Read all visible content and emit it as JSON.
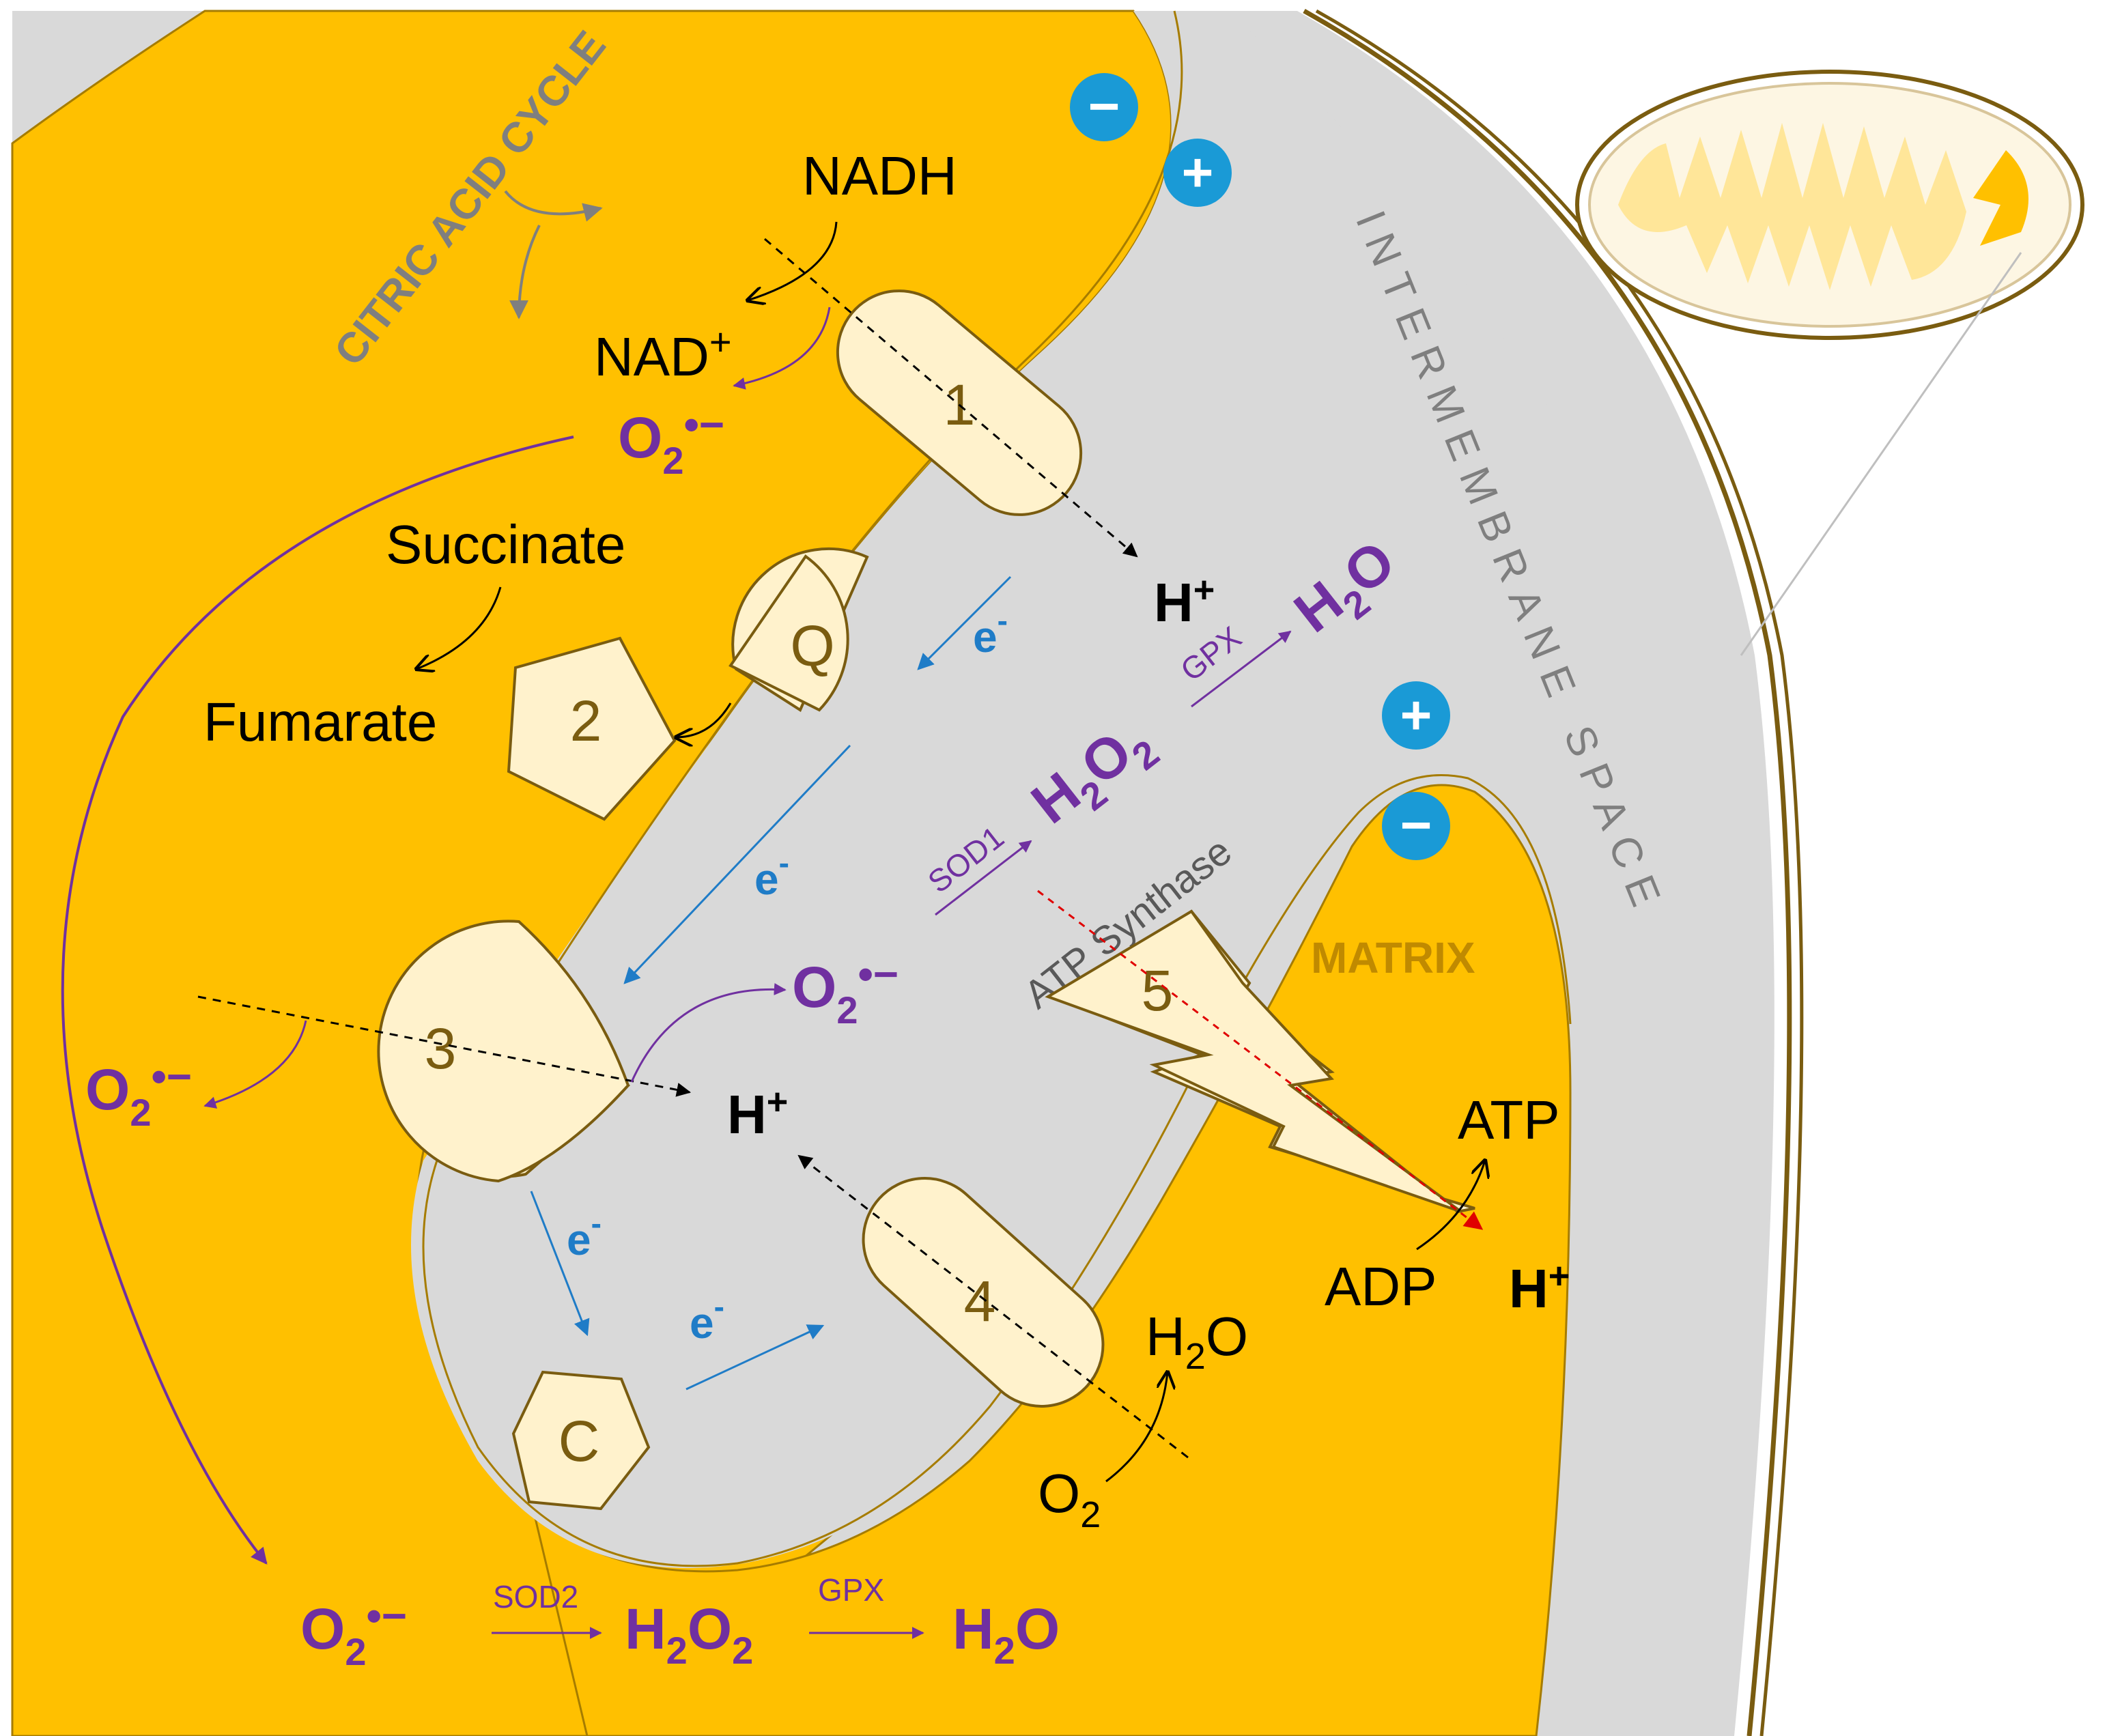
{
  "regions": {
    "intermembrane_space": "INTERMEMBRANE SPACE",
    "citric_acid_cycle": "CITRIC ACID CYCLE",
    "matrix": "MATRIX",
    "atp_synthase": "ATP Synthase"
  },
  "complexes": {
    "c1": "1",
    "c2": "2",
    "q": "Q",
    "c3": "3",
    "c": "C",
    "c4": "4",
    "c5": "5"
  },
  "metabolites": {
    "nadh": "NADH",
    "nad": "NAD",
    "nad_sup": "+",
    "succinate": "Succinate",
    "fumarate": "Fumarate",
    "atp": "ATP",
    "adp": "ADP",
    "water_h": "H",
    "water_sub": "2",
    "water_o": "O",
    "oxygen_o": "O",
    "oxygen_sub": "2"
  },
  "protons": {
    "h": "H",
    "plus": "+"
  },
  "electron": {
    "e": "e",
    "minus": "-"
  },
  "ros": {
    "o2_o": "O",
    "o2_sub": "2",
    "o2_radical": "•−",
    "h2o2_h": "H",
    "h2o2_sub1": "2",
    "h2o2_o": "O",
    "h2o2_sub2": "2",
    "h2o_h": "H",
    "h2o_sub": "2",
    "h2o_o": "O"
  },
  "enzymes": {
    "sod1": "SOD1",
    "sod2": "SOD2",
    "gpx": "GPX"
  },
  "charges": {
    "plus": "+",
    "minus": "−"
  },
  "colors": {
    "matrix_fill": "#ffc000",
    "intermembrane_fill": "#d9d9d9",
    "complex_fill": "#fff2cc",
    "complex_stroke": "#7a5c10",
    "ros_purple": "#7030a0",
    "electron_blue": "#1f7cc7",
    "charge_badge": "#1a9ad6",
    "outer_membrane": "#7a5c10",
    "proton_arrow_red": "#e00000"
  }
}
